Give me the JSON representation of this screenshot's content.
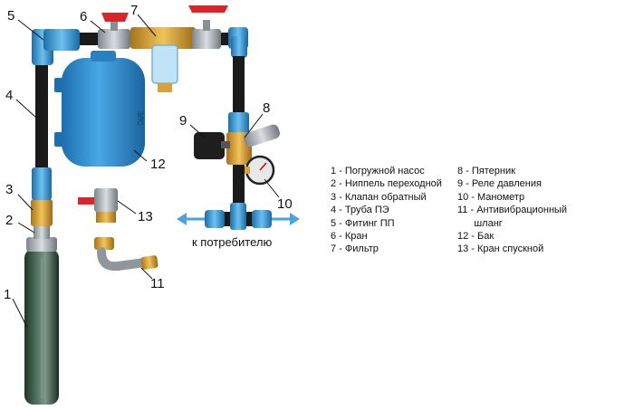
{
  "callouts": {
    "n1": "1",
    "n2": "2",
    "n3": "3",
    "n4": "4",
    "n5": "5",
    "n6": "6",
    "n7": "7",
    "n8": "8",
    "n9": "9",
    "n10": "10",
    "n11": "11",
    "n12": "12",
    "n13": "13"
  },
  "consumer_label": "к потребителю",
  "legend": {
    "left": [
      "1 - Погружной насос",
      "2 - Ниппель переходной",
      "3 - Клапан обратный",
      "4 - Труба ПЭ",
      "5 - Фитинг ПП",
      "6 - Кран",
      "7 - Фильтр"
    ],
    "right": [
      "8 - Пятерник",
      "9 - Реле давления",
      "10 - Манометр",
      "11 - Антивибрационный",
      "      шланг",
      "12 - Бак",
      "13 - Кран спускной"
    ]
  },
  "tank_logo": "ЭЛС",
  "colors": {
    "pipe": "#1a1a1a",
    "fitting": "#3a9ad9",
    "tank": "#2f8fd0",
    "brass": "#d8a23a",
    "valve_handle": "#d9262b",
    "arrow": "#4aa3df",
    "pump": "#2a4a3a"
  }
}
